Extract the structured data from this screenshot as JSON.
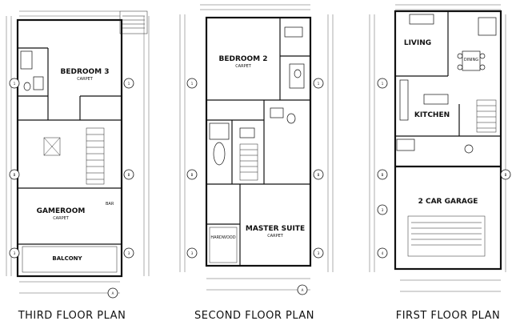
{
  "titles": {
    "third": "THIRD FLOOR PLAN",
    "second": "SECOND FLOOR PLAN",
    "first": "FIRST FLOOR PLAN"
  },
  "third_floor": {
    "bedroom": "BEDROOM 3",
    "gameroom": "GAMEROOM",
    "balcony": "BALCONY",
    "bar": "BAR"
  },
  "second_floor": {
    "bedroom": "BEDROOM 2",
    "master": "MASTER SUITE",
    "hardwood": "HARDWOOD"
  },
  "first_floor": {
    "living": "LIVING",
    "kitchen": "KITCHEN",
    "dining": "DINING",
    "garage": "2 CAR GARAGE"
  },
  "grid_bubbles": [
    "1",
    "2",
    "3",
    "4",
    "A",
    "B",
    "C",
    "D"
  ]
}
